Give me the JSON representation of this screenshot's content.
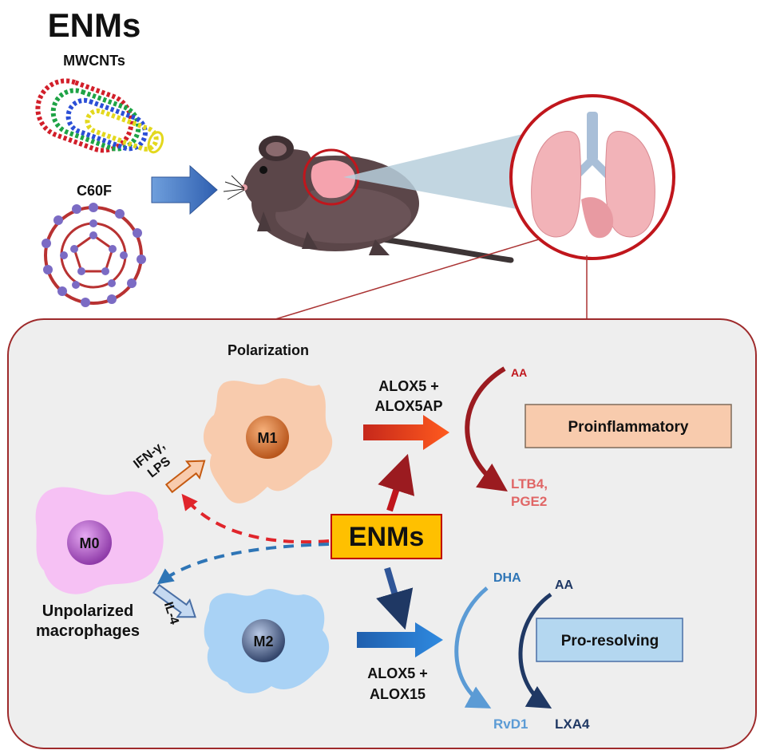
{
  "header": {
    "title": "ENMs",
    "material_1": "MWCNTs",
    "material_2": "C60F"
  },
  "panel": {
    "polarization_label": "Polarization",
    "center_label": "ENMs",
    "m0_label": "M0",
    "m1_label": "M1",
    "m2_label": "M2",
    "unpolarized_line1": "Unpolarized",
    "unpolarized_line2": "macrophages",
    "m1_stimulus_line1": "IFN-γ,",
    "m1_stimulus_line2": "LPS",
    "m2_stimulus": "IL-4",
    "m1_enzyme_line1": "ALOX5 +",
    "m1_enzyme_line2": "ALOX5AP",
    "m2_enzyme_line1": "ALOX5 +",
    "m2_enzyme_line2": "ALOX15",
    "proinflammatory": {
      "substrate": "AA",
      "product_line1": "LTB4,",
      "product_line2": "PGE2",
      "box_label": "Proinflammatory"
    },
    "proresolving": {
      "substrate_1": "DHA",
      "product_1": "RvD1",
      "substrate_2": "AA",
      "product_2": "LXA4",
      "box_label": "Pro-resolving"
    }
  },
  "colors": {
    "red": "#c0161c",
    "blue_dark": "#1f3864",
    "blue_mid": "#2e75b6",
    "enms_box": "#ffc000",
    "proinflammatory_box": "#f8cbad",
    "proresolving_box": "#b4d7f0",
    "panel_bg": "#eeeeee"
  }
}
